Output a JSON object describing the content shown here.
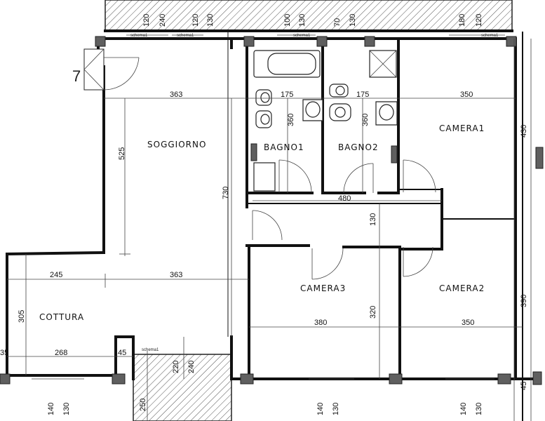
{
  "rooms": {
    "soggiorno": "SOGGIORNO",
    "bagno1": "BAGNO1",
    "bagno2": "BAGNO2",
    "camera1": "CAMERA1",
    "camera2": "CAMERA2",
    "camera3": "CAMERA3",
    "cottura": "COTTURA"
  },
  "stair_number": "7",
  "small_labels": {
    "schema": "schema1"
  },
  "dimensions": {
    "h_363_top": "363",
    "h_175_a": "175",
    "h_175_b": "175",
    "h_350_top": "350",
    "h_480": "480",
    "h_245": "245",
    "h_363_mid": "363",
    "h_380": "380",
    "h_350_bottom": "350",
    "h_268": "268",
    "h_45_bottom": "45",
    "h_35_left": "35",
    "v_525": "525",
    "v_730": "730",
    "v_360_a": "360",
    "v_360_b": "360",
    "v_430": "430",
    "v_130_corridor": "130",
    "v_320": "320",
    "v_390": "390",
    "v_305": "305",
    "v_45_right": "45",
    "v_250": "250",
    "top_120": "120",
    "top_240_a": "240",
    "top_120_b": "120",
    "top_130_a": "130",
    "top_100": "100",
    "top_130_b": "130",
    "top_70": "70",
    "top_130_c": "130",
    "top_180": "180",
    "top_120_c": "120",
    "bot_220": "220",
    "bot_240": "240",
    "bot_140_a": "140",
    "bot_130_a": "130",
    "bot_140_b": "140",
    "bot_130_b": "130",
    "bot_140_c": "140",
    "bot_130_c": "130"
  }
}
